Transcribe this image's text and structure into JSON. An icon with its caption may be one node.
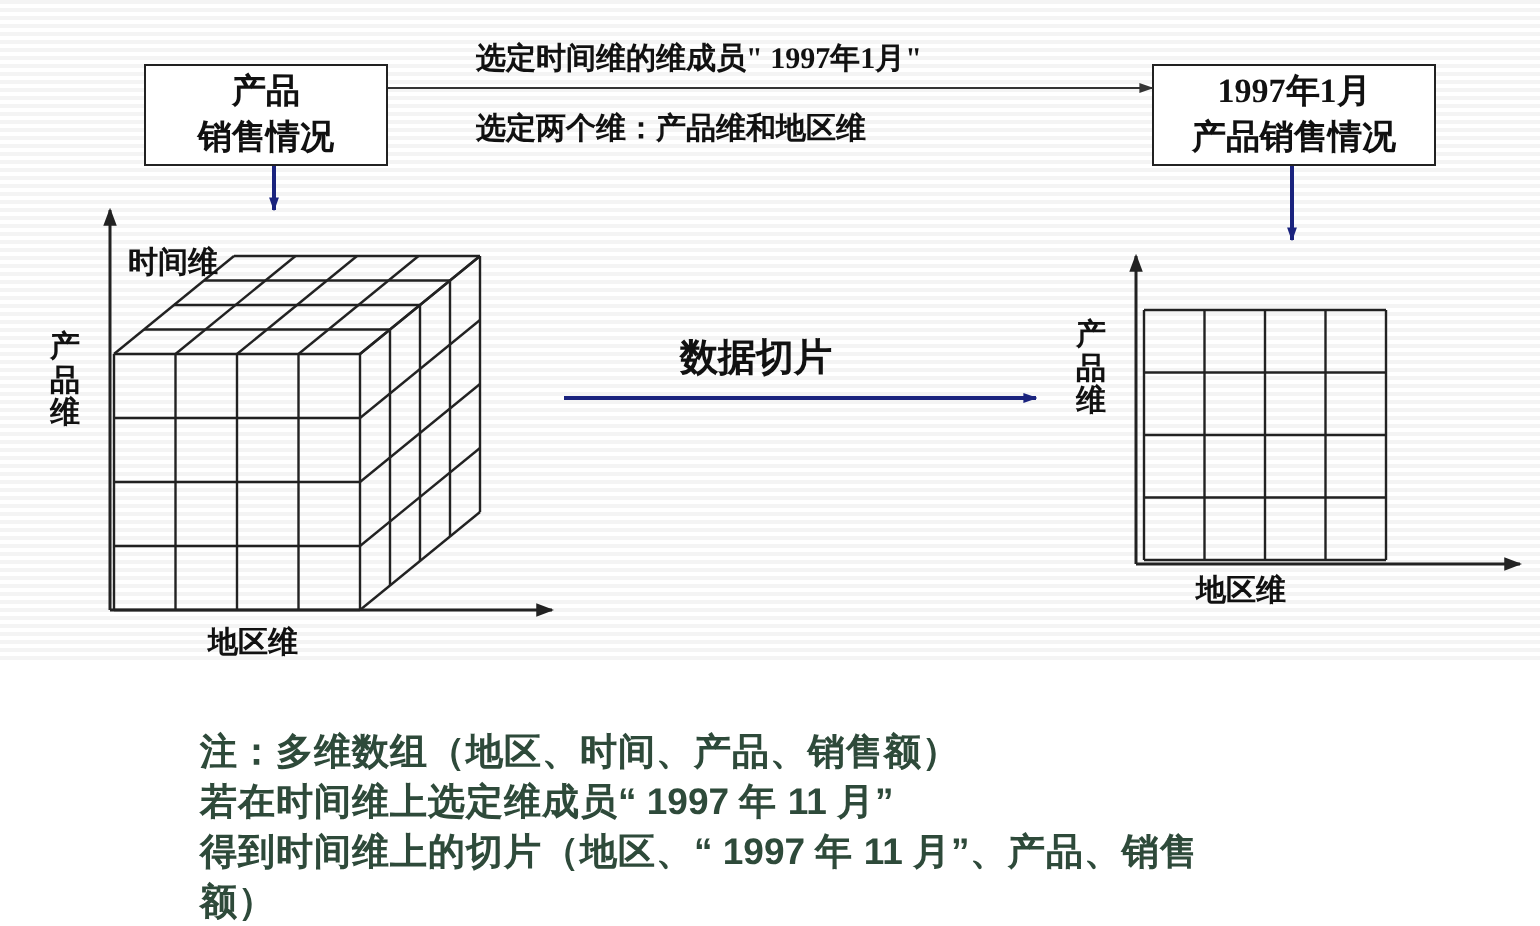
{
  "diagram": {
    "nodes": [
      {
        "text": [
          "产品",
          "销售情况"
        ]
      },
      {
        "text": [
          "1997年1月",
          "产品销售情况"
        ]
      },
      {
        "text": [
          "时间维"
        ],
        "beside": [
          "产品维",
          "地区维"
        ]
      },
      {
        "text": [],
        "shape": "grid",
        "beside": [
          "产品维",
          "地区维"
        ]
      }
    ],
    "edges": [
      {
        "from": 0,
        "to": 1,
        "arrow": "to",
        "label": "选定时间维的维成员\" 1997年1月\"",
        "color": "#333333"
      },
      {
        "from": 0,
        "to": 2,
        "arrow": "to"
      },
      {
        "from": 2,
        "to": 3,
        "arrow": "to",
        "label": "数据切片"
      },
      {
        "from": 1,
        "to": 3,
        "arrow": "to"
      }
    ],
    "labels": [
      "选定两个维：产品维和地区维",
      "注：多维数组（地区、时间、产品、销售额）",
      "若在时间维上选定维成员“ 1997 年 11 月”",
      "得到时间维上的切片（地区、“ 1997 年 11 月”、产品、销售额）"
    ]
  }
}
